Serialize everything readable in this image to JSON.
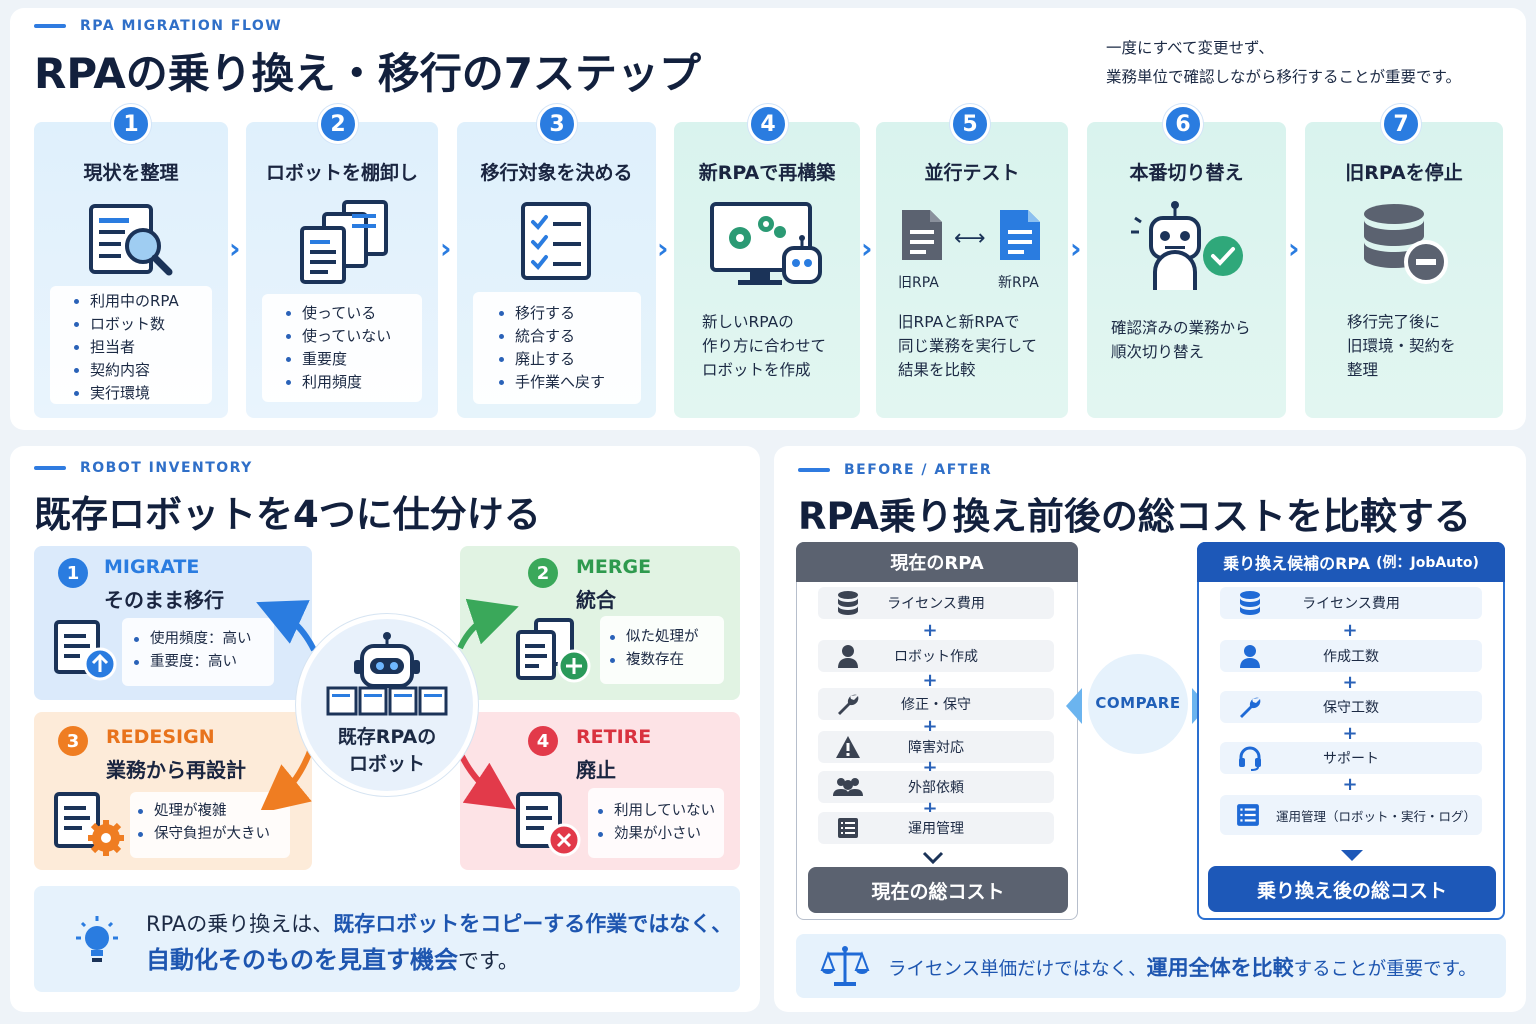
{
  "flow": {
    "kicker": "RPA MIGRATION FLOW",
    "title": "RPAの乗り換え・移行の7ステップ",
    "note_line1": "一度にすべて変更せず、",
    "note_line2": "業務単位で確認しながら移行することが重要です。",
    "steps": [
      {
        "num": "1",
        "title": "現状を整理",
        "bullets": [
          "利用中のRPA",
          "ロボット数",
          "担当者",
          "契約内容",
          "実行環境"
        ]
      },
      {
        "num": "2",
        "title": "ロボットを棚卸し",
        "bullets": [
          "使っている",
          "使っていない",
          "重要度",
          "利用頻度"
        ]
      },
      {
        "num": "3",
        "title": "移行対象を決める",
        "bullets": [
          "移行する",
          "統合する",
          "廃止する",
          "手作業へ戻す"
        ]
      },
      {
        "num": "4",
        "title": "新RPAで再構築",
        "desc": [
          "新しいRPAの",
          "作り方に合わせて",
          "ロボットを作成"
        ]
      },
      {
        "num": "5",
        "title": "並行テスト",
        "old_label": "旧RPA",
        "new_label": "新RPA",
        "desc": [
          "旧RPAと新RPAで",
          "同じ業務を実行して",
          "結果を比較"
        ]
      },
      {
        "num": "6",
        "title": "本番切り替え",
        "desc": [
          "確認済みの業務から",
          "順次切り替え"
        ]
      },
      {
        "num": "7",
        "title": "旧RPAを停止",
        "desc": [
          "移行完了後に",
          "旧環境・契約を",
          "整理"
        ]
      }
    ]
  },
  "inventory": {
    "kicker": "ROBOT INVENTORY",
    "title": "既存ロボットを4つに仕分ける",
    "center_line1": "既存RPAの",
    "center_line2": "ロボット",
    "quadrants": [
      {
        "num": "1",
        "en": "MIGRATE",
        "jp": "そのまま移行",
        "bullets": [
          "使用頻度：高い",
          "重要度：高い"
        ]
      },
      {
        "num": "2",
        "en": "MERGE",
        "jp": "統合",
        "bullets": [
          "似た処理が",
          "複数存在"
        ]
      },
      {
        "num": "3",
        "en": "REDESIGN",
        "jp": "業務から再設計",
        "bullets": [
          "処理が複雑",
          "保守負担が大きい"
        ]
      },
      {
        "num": "4",
        "en": "RETIRE",
        "jp": "廃止",
        "bullets": [
          "利用していない",
          "効果が小さい"
        ]
      }
    ],
    "tip_a": "RPAの乗り換えは、",
    "tip_b": "既存ロボットをコピーする作業ではなく、",
    "tip_c": "自動化そのものを見直す機会",
    "tip_d": "です。"
  },
  "cost": {
    "kicker": "BEFORE / AFTER",
    "title": "RPA乗り換え前後の総コストを比較する",
    "current": {
      "header": "現在のRPA",
      "items": [
        "ライセンス費用",
        "ロボット作成",
        "修正・保守",
        "障害対応",
        "外部依頼",
        "運用管理"
      ],
      "total": "現在の総コスト"
    },
    "candidate": {
      "header": "乗り換え候補のRPA",
      "header_note": "(例：JobAuto)",
      "items": [
        "ライセンス費用",
        "作成工数",
        "保守工数",
        "サポート",
        "運用管理（ロボット・実行・ログ）"
      ],
      "total": "乗り換え後の総コスト"
    },
    "plus": "+",
    "compare": "COMPARE",
    "tip_a": "ライセンス単価だけではなく、",
    "tip_b": "運用全体を比較",
    "tip_c": "することが重要です。"
  }
}
